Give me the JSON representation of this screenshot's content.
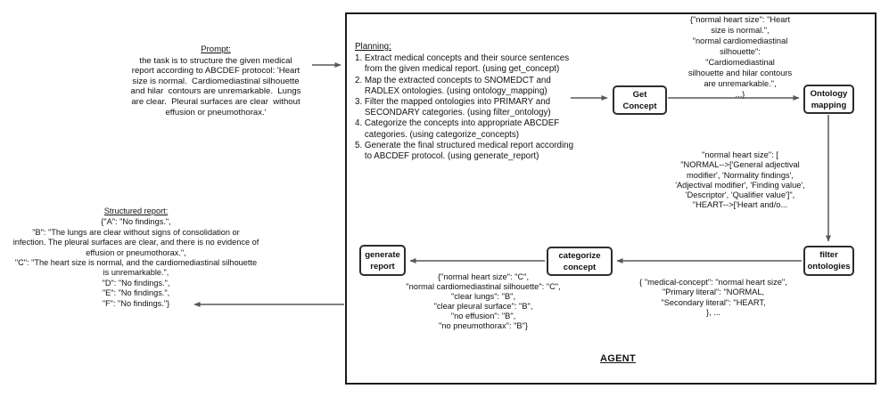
{
  "prompt": {
    "heading": "Prompt:",
    "lines": [
      "the task is to structure the given medical",
      "report according to ABCDEF protocol: 'Heart",
      "size is normal.  Cardiomediastinal silhouette",
      "and hilar  contours are unremarkable.  Lungs",
      "are clear.  Pleural surfaces are clear  without",
      "effusion or pneumothorax.'"
    ]
  },
  "structured_report": {
    "heading": "Structured report:",
    "lines": [
      "{\"A\": \"No findings.\",",
      "\"B\": \"The lungs are clear without signs of consolidation or",
      "infection. The pleural surfaces are clear, and there is no evidence of",
      "effusion or pneumothorax.\",",
      "\"C\": \"The heart size is normal, and the cardiomediastinal silhouette",
      "is unremarkable.\",",
      "\"D\": \"No findings.\",",
      "\"E\": \"No findings.\",",
      "\"F\": \"No findings.\"}"
    ]
  },
  "agent": {
    "label": "AGENT",
    "planning": {
      "heading": "Planning:",
      "lines": [
        "1. Extract medical concepts and their source sentences",
        "    from the given medical report. (using get_concept)",
        "2. Map the extracted concepts to SNOMEDCT and",
        "    RADLEX ontologies. (using ontology_mapping)",
        "3. Filter the mapped ontologies into PRIMARY and",
        "    SECONDARY categories. (using filter_ontology)",
        "4. Categorize the concepts into appropriate ABCDEF",
        "    categories. (using categorize_concepts)",
        "5. Generate the final structured medical report according",
        "    to ABCDEF protocol. (using generate_report)"
      ]
    },
    "nodes": {
      "get_concept": {
        "lines": [
          "Get",
          "Concept"
        ]
      },
      "ontology_mapping": {
        "lines": [
          "Ontology",
          "mapping"
        ]
      },
      "filter_ontologies": {
        "lines": [
          "filter",
          "ontologies"
        ]
      },
      "categorize_concept": {
        "lines": [
          "categorize",
          "concept"
        ]
      },
      "generate_report": {
        "lines": [
          "generate",
          "report"
        ]
      }
    },
    "messages": {
      "concepts": {
        "lines": [
          "{\"normal heart size\": \"Heart",
          "size is normal.\",",
          "\"normal cardiomediastinal",
          "silhouette\":",
          "\"Cardiomediastinal",
          "silhouette and hilar contours",
          "are unremarkable.\",",
          "...}"
        ]
      },
      "ontologies": {
        "lines": [
          "\"normal heart size\": [",
          "\"NORMAL-->['General adjectival",
          "modifier', 'Normality findings',",
          "'Adjectival modifier', 'Finding value',",
          "'Descriptor', 'Qualifier value']\",",
          "\"HEART-->['Heart and/o..."
        ]
      },
      "filtered": {
        "lines": [
          "{ \"medical-concept\": \"normal heart size\",",
          "\"Primary literal\": \"NORMAL,",
          "\"Secondary literal\": \"HEART,",
          "}, ..."
        ]
      },
      "categorized": {
        "lines": [
          "{\"normal heart size\": \"C\",",
          "\"normal cardiomediastinal silhouette\": \"C\",",
          "\"clear lungs\": \"B\",",
          "\"clear pleural surface\": \"B\",",
          "\"no effusion\": \"B\",",
          "\"no pneumothorax\": \"B\"}"
        ]
      }
    }
  },
  "colors": {
    "arrow": "#54585c",
    "frame_border": "#1b1b1b",
    "node_border": "#2d2d2d",
    "text": "#111111"
  }
}
